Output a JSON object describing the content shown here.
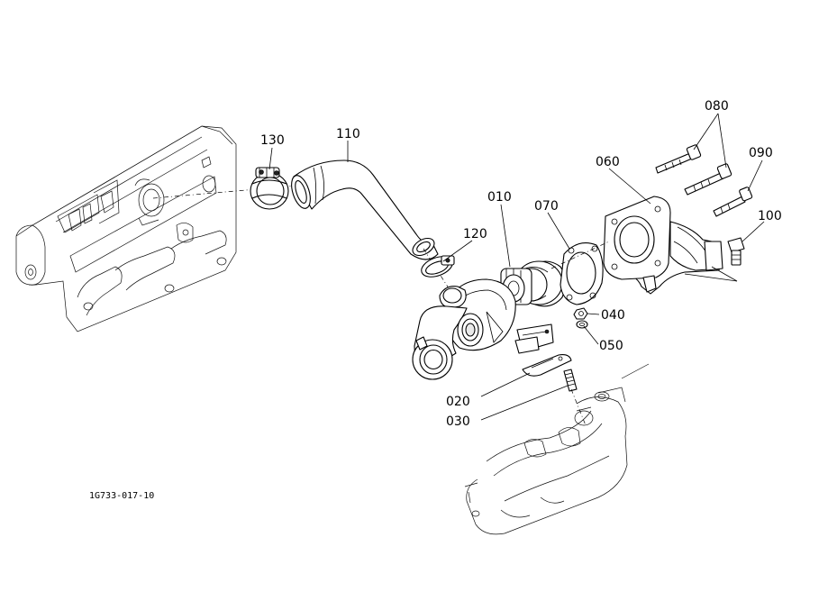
{
  "diagram": {
    "callouts": {
      "p010": "010",
      "p020": "020",
      "p030": "030",
      "p040": "040",
      "p050": "050",
      "p060": "060",
      "p070": "070",
      "p080": "080",
      "p090": "090",
      "p100": "100",
      "p110": "110",
      "p120": "120",
      "p130": "130"
    },
    "drawing_code": "1G733-017-10"
  }
}
